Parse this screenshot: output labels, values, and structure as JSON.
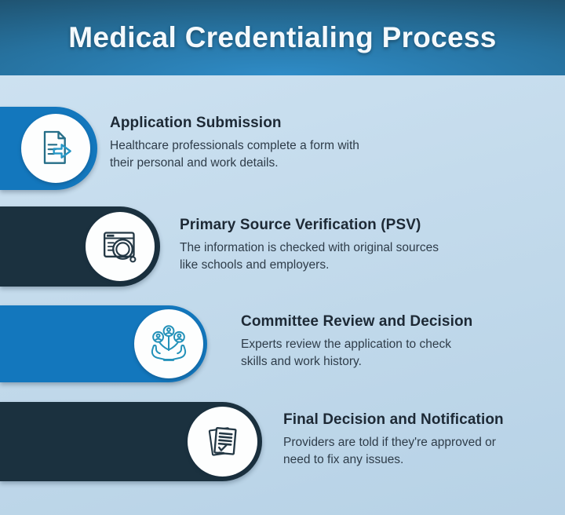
{
  "header": {
    "title": "Medical Credentialing Process"
  },
  "steps": [
    {
      "title": "Application Submission",
      "description": "Healthcare professionals complete a form with their personal and work details.",
      "icon": "document-arrow-icon",
      "band_color": "#1377bd"
    },
    {
      "title": "Primary Source Verification (PSV)",
      "description": "The information is checked with original sources like schools and employers.",
      "icon": "browser-search-icon",
      "band_color": "#1b313f"
    },
    {
      "title": "Committee Review and Decision",
      "description": "Experts review the application to check skills and work history.",
      "icon": "committee-hands-icon",
      "band_color": "#1377bd"
    },
    {
      "title": "Final Decision and Notification",
      "description": "Providers are told if they're approved or need to fix any issues.",
      "icon": "documents-check-icon",
      "band_color": "#1b313f"
    }
  ],
  "colors": {
    "band-blue": "#1377bd",
    "band-dark": "#1b313f",
    "header-edge": "#1d4a63",
    "header-center": "#2f8cc7",
    "bg-top": "#cfe3f2",
    "bg-bottom": "#b7d2e6",
    "title-text": "#1d2935",
    "body-text": "#2e3c49",
    "header-text": "#f4f9fc",
    "icon-teal": "#2391b9",
    "icon-dark": "#243845",
    "icon-doc": "#256e88",
    "icon-arrow": "#2496c6"
  }
}
